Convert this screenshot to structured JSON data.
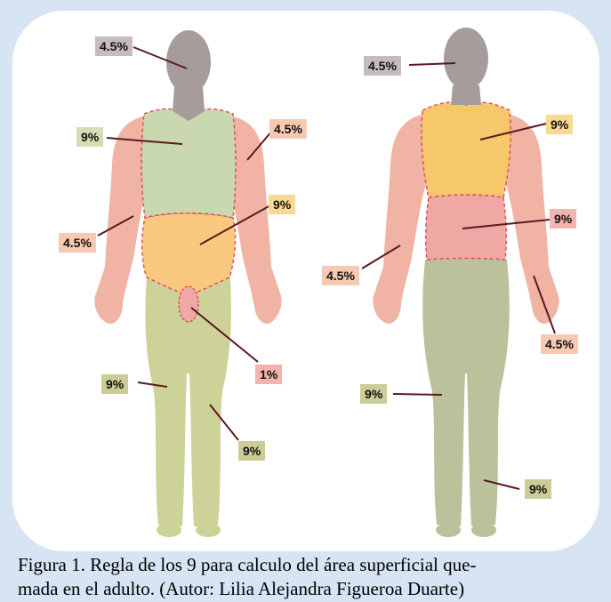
{
  "labels": {
    "front_head": "4.5%",
    "front_chest": "9%",
    "front_right_arm": "4.5%",
    "front_left_arm": "4.5%",
    "front_abdomen": "9%",
    "front_genitals": "1%",
    "front_left_leg": "9%",
    "front_right_leg": "9%",
    "back_head": "4.5%",
    "back_upper": "9%",
    "back_lower": "9%",
    "back_left_arm": "4.5%",
    "back_right_arm": "4.5%",
    "back_left_leg": "9%",
    "back_right_leg": "9%"
  },
  "caption": {
    "line1": "Figura 1. Regla de los 9 para calculo del área superficial que-",
    "line2": "mada en el adulto. (Autor: Lilia Alejandra Figueroa Duarte)"
  },
  "colors": {
    "head": "#a59c9b",
    "chest": "#c9d8ae",
    "arm": "#f0b3a4",
    "abdomen": "#f8c97e",
    "upper_back": "#f7c86b",
    "lower_back": "#efa8a4",
    "leg": "#cdd398",
    "back_leg": "#bcc19c",
    "border_dash": "#e0505a",
    "frame": "#d6e4f4"
  }
}
